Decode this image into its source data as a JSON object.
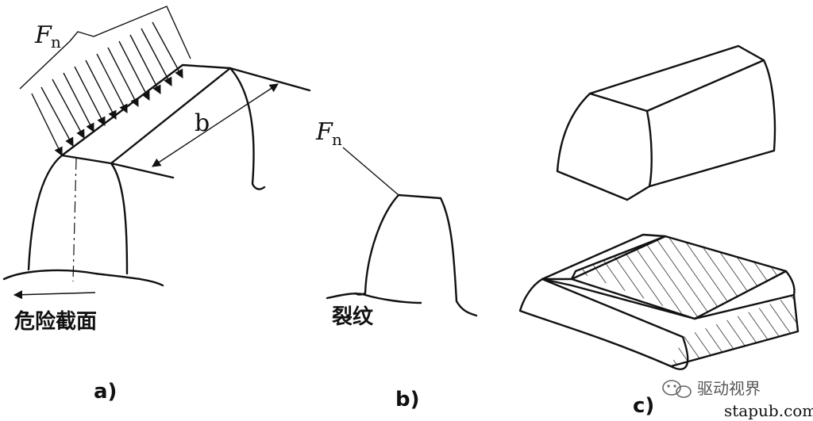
{
  "panel_a": {
    "force_symbol": "F",
    "force_subscript": "n",
    "width_label": "b",
    "caption_cn": "危险截面",
    "panel_label": "a)"
  },
  "panel_b": {
    "force_symbol": "F",
    "force_subscript": "n",
    "caption_cn": "裂纹",
    "panel_label": "b)"
  },
  "panel_c": {
    "panel_label": "c)"
  },
  "watermark": {
    "brand": "驱动视界",
    "site": "stapub.com"
  }
}
